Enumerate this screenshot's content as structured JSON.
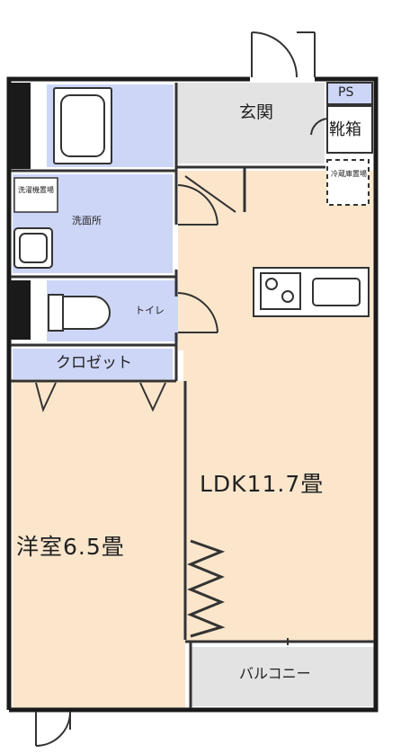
{
  "floorplan": {
    "rooms": {
      "entrance": "玄関",
      "shoe_box": "靴箱",
      "ps": "PS",
      "washer_place": "洗濯機置場",
      "washroom": "洗面所",
      "toilet": "トイレ",
      "closet": "クロゼット",
      "western_room": "洋室6.5畳",
      "ldk": "LDK11.7畳",
      "balcony": "バルコニー",
      "fridge_place": "冷蔵庫置場"
    },
    "colors": {
      "wall": "#1a1a1a",
      "ldk_floor": "#fbe6cc",
      "western_floor": "#fbe6cc",
      "wet_area": "#cdd6f7",
      "entrance_floor": "#e3e3e3",
      "balcony_floor": "#e3e3e3",
      "closet_floor": "#cdd6f7"
    }
  }
}
